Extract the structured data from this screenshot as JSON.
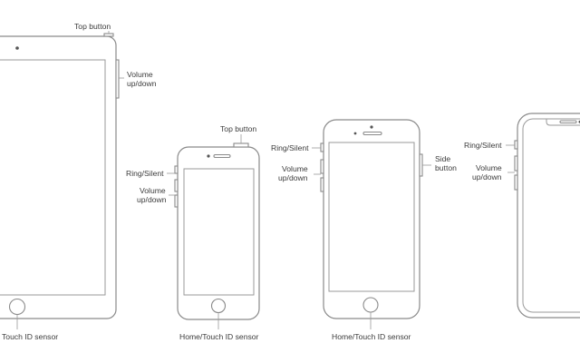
{
  "labels": {
    "ipad_top_button": "Top button",
    "ipad_volume_1": "Volume",
    "ipad_volume_2": "up/down",
    "ipad_home": "Touch ID sensor",
    "se_top_button": "Top button",
    "se_ring": "Ring/Silent",
    "se_volume_1": "Volume",
    "se_volume_2": "up/down",
    "se_home": "Home/Touch ID sensor",
    "p8_ring": "Ring/Silent",
    "p8_volume_1": "Volume",
    "p8_volume_2": "up/down",
    "p8_side_1": "Side",
    "p8_side_2": "button",
    "p8_home": "Home/Touch ID sensor",
    "x_ring": "Ring/Silent",
    "x_volume_1": "Volume",
    "x_volume_2": "up/down"
  }
}
